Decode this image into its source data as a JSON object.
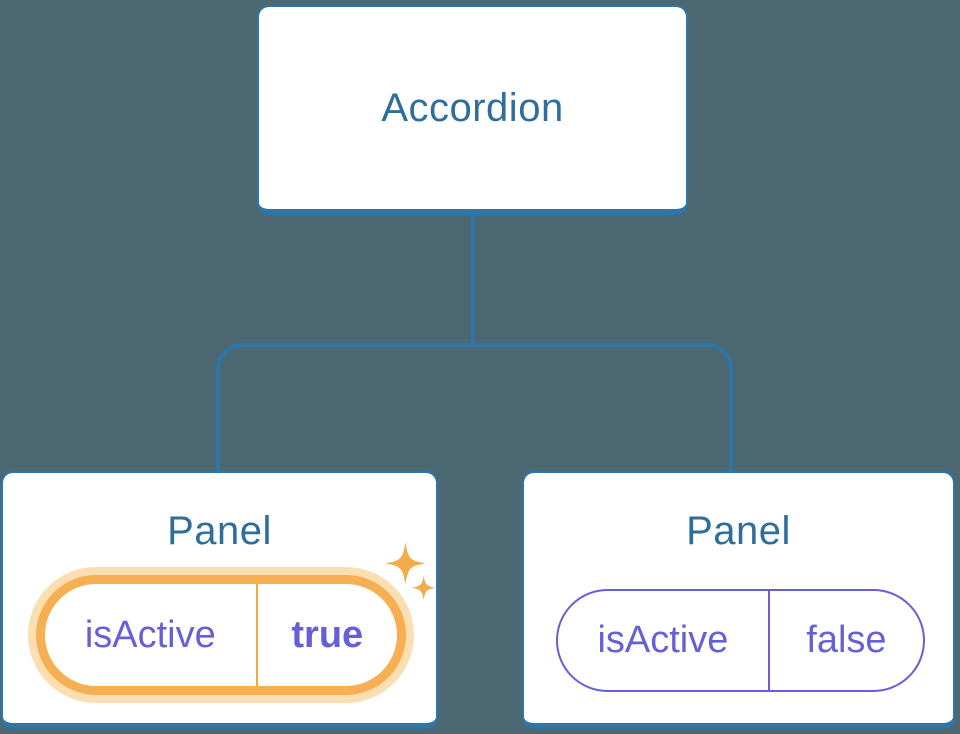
{
  "diagram": {
    "root": {
      "label": "Accordion"
    },
    "panels": [
      {
        "label": "Panel",
        "state_key": "isActive",
        "state_value": "true",
        "highlighted": true
      },
      {
        "label": "Panel",
        "state_key": "isActive",
        "state_value": "false",
        "highlighted": false
      }
    ]
  },
  "icons": {
    "sparkles": "sparkles-icon"
  },
  "colors": {
    "background": "#4C6872",
    "card_bg": "#FFFFFF",
    "card_border": "#2E76A8",
    "connector": "#2E76A8",
    "node_text": "#2E6E9C",
    "state_text": "#6560D6",
    "highlight_ring": "#F6AF52",
    "highlight_halo": "#FBDFB2",
    "highlight_divider": "#F2A93E",
    "sparkle": "#F3AC4A"
  }
}
